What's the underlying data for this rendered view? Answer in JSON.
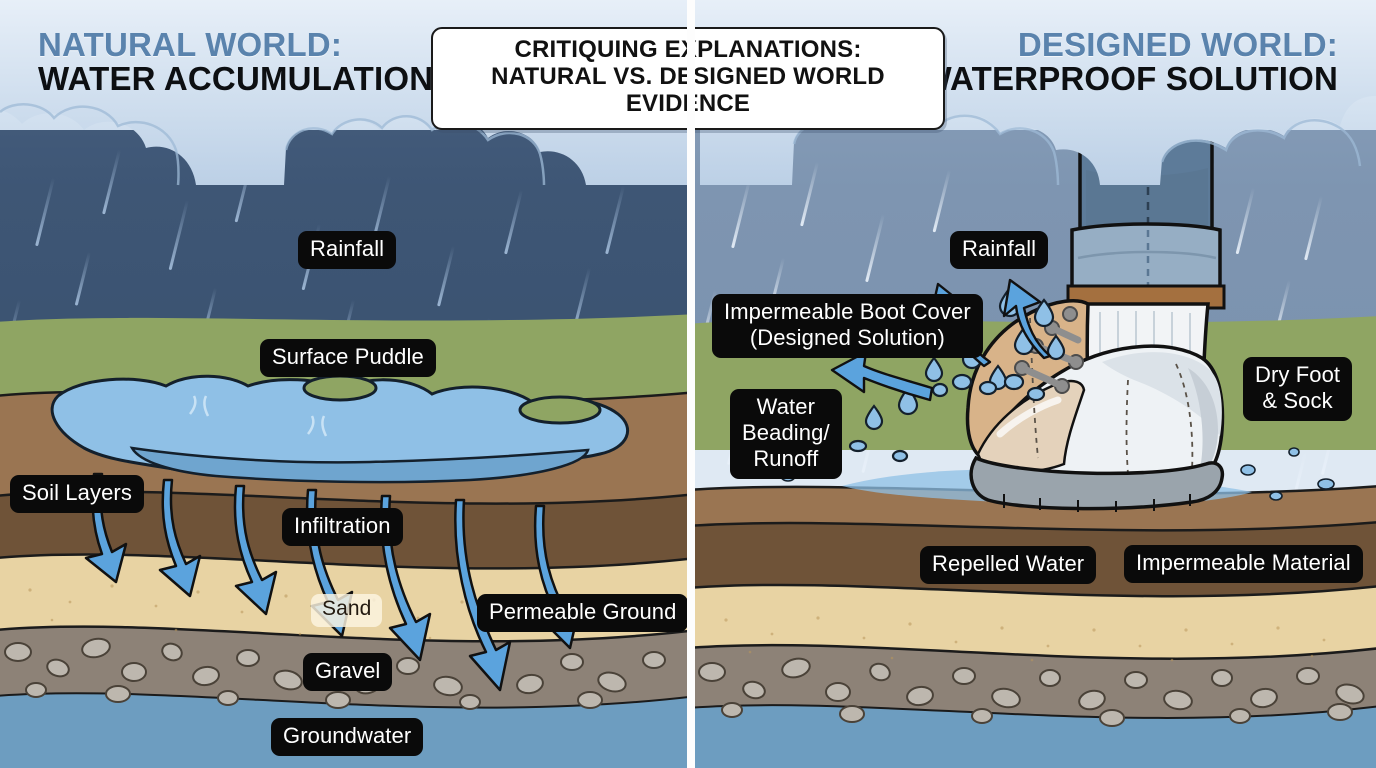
{
  "title_box": {
    "line1": "CRITIQUING EXPLANATIONS:",
    "line2": "NATURAL VS. DESIGNED WORLD EVIDENCE"
  },
  "left_panel": {
    "header": {
      "line1": "NATURAL WORLD:",
      "line2": "WATER ACCUMULATION"
    },
    "labels": {
      "rainfall": "Rainfall",
      "surface_puddle": "Surface Puddle",
      "soil_layers": "Soil Layers",
      "infiltration": "Infiltration",
      "sand": "Sand",
      "gravel": "Gravel",
      "permeable_ground": "Permeable Ground",
      "groundwater": "Groundwater"
    }
  },
  "right_panel": {
    "header": {
      "line1": "DESIGNED WORLD:",
      "line2": "WATERPROOF SOLUTION"
    },
    "labels": {
      "rainfall": "Rainfall",
      "boot_cover": "Impermeable Boot Cover\n(Designed Solution)",
      "water_beading": "Water\nBeading/\nRunoff",
      "dry_foot": "Dry Foot\n& Sock",
      "repelled_water": "Repelled Water",
      "impermeable_material": "Impermeable Material"
    }
  },
  "colors": {
    "sky_left": "#3e5675",
    "sky_right": "#7e95b1",
    "cloud": "#c6d9ec",
    "grass": "#8fa563",
    "topsoil": "#9a7552",
    "subsoil": "#6f5338",
    "sand": "#e8d3a3",
    "gravel": "#8d8277",
    "groundwater": "#6d9dc0",
    "water": "#8fc0e6",
    "arrow": "#5ba3dd",
    "label_bg": "#0a0a0a",
    "label_text": "#ffffff",
    "accent_heading": "#5a83ad"
  }
}
